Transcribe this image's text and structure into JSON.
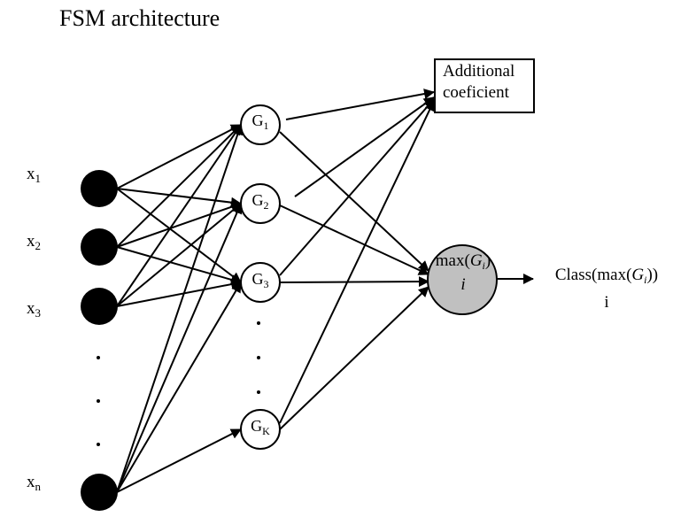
{
  "title": "FSM architecture",
  "inputs": [
    {
      "label": "x",
      "sub": "1"
    },
    {
      "label": "x",
      "sub": "2"
    },
    {
      "label": "x",
      "sub": "3"
    },
    {
      "label": "x",
      "sub": "n"
    }
  ],
  "hidden_nodes": [
    {
      "label": "G",
      "sub": "1"
    },
    {
      "label": "G",
      "sub": "2"
    },
    {
      "label": "G",
      "sub": "3"
    },
    {
      "label": "G",
      "sub": "K"
    }
  ],
  "ellipsis": ".",
  "additional_box": {
    "line1": "Additional",
    "line2": "coeficient"
  },
  "max_node": {
    "prefix": "max(",
    "var": "G",
    "sub": "i",
    "suffix": ")",
    "under": "i"
  },
  "output": {
    "prefix": "Class(max(",
    "var": "G",
    "sub": "i",
    "suffix": "))",
    "under": "i"
  },
  "colors": {
    "input_fill": "#000000",
    "max_fill": "#c0c0c0",
    "line": "#000000",
    "background": "#ffffff"
  }
}
